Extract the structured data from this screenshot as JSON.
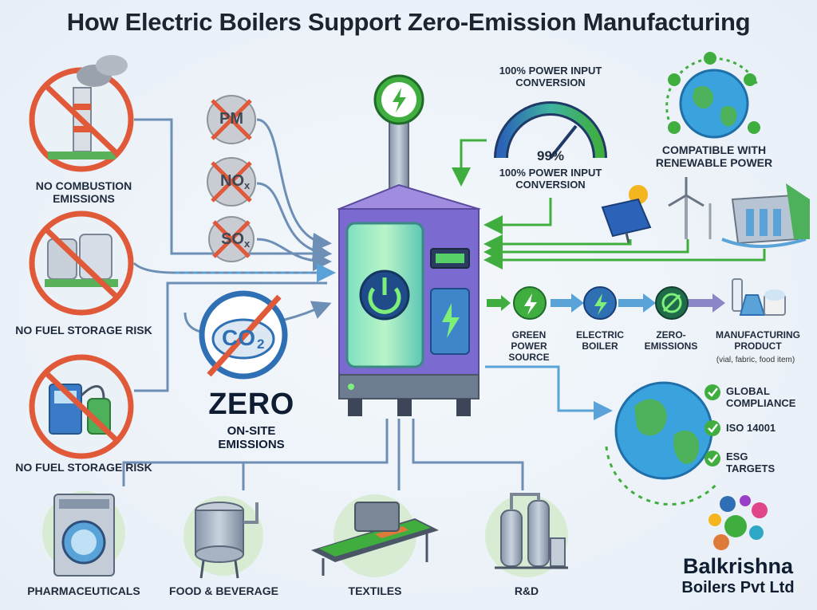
{
  "title": "How Electric Boilers Support Zero-Emission Manufacturing",
  "left": {
    "no_combustion": "NO COMBUSTION EMISSIONS",
    "no_storage_1": "NO FUEL STORAGE RISK",
    "no_storage_2": "NO FUEL STORAGE RISK"
  },
  "pollutants": {
    "pm": "PM",
    "nox_n": "NO",
    "nox_x": "x",
    "sox_s": "SO",
    "sox_x": "x",
    "co2": "CO",
    "co2_sub": "2"
  },
  "zero": {
    "big": "ZERO",
    "line1": "ON-SITE",
    "line2": "EMISSIONS"
  },
  "power": {
    "top_label": "100% POWER INPUT CONVERSION",
    "gauge_value": "99%",
    "bottom_label": "100% POWER INPUT CONVERSION"
  },
  "renewable": {
    "label": "COMPATIBLE WITH RENEWABLE POWER"
  },
  "flow": {
    "step1": "GREEN POWER SOURCE",
    "step2": "ELECTRIC BOILER",
    "step3": "ZERO-EMISSIONS",
    "step4": "MANUFACTURING PRODUCT",
    "step4_note": "(vial, fabric, food item)"
  },
  "compliance": {
    "item1": "GLOBAL COMPLIANCE",
    "item2": "ISO 14001",
    "item3": "ESG TARGETS"
  },
  "industries": {
    "pharma": "PHARMACEUTICALS",
    "food": "FOOD & BEVERAGE",
    "textiles": "TEXTILES",
    "rnd": "R&D"
  },
  "brand": {
    "line1": "Balkrishna",
    "line2": "Boilers Pvt Ltd"
  },
  "colors": {
    "green": "#3fae3f",
    "blue": "#2f6fb3",
    "red": "#e05a3a",
    "navy": "#0f1d33"
  }
}
